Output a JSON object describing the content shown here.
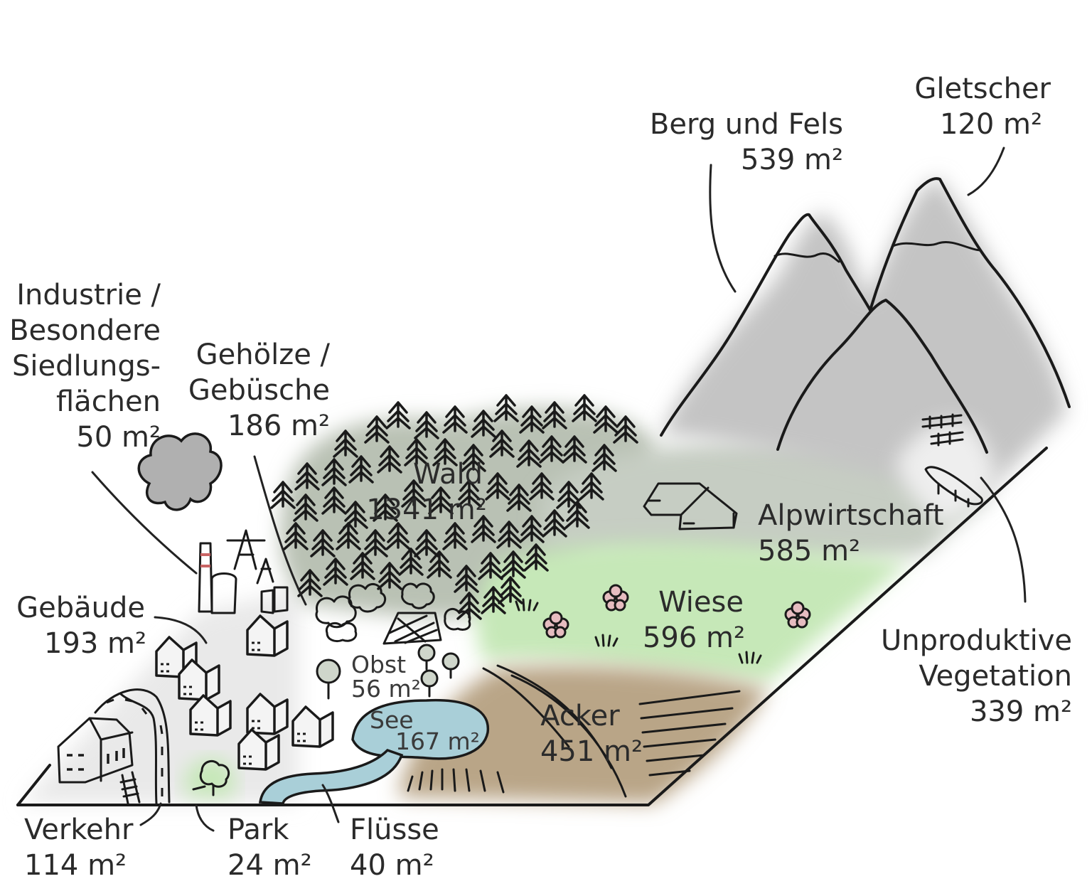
{
  "colors": {
    "settlement": "#e9e9e9",
    "forest": "#b9c1b4",
    "alpine": "#c6cdc3",
    "meadow": "#c6e8b8",
    "field": "#b9a587",
    "lake": "#a9cfd8",
    "rock": "#c4c4c4",
    "smoke": "#b0b0b0",
    "ink": "#1a1a1a"
  },
  "labels": {
    "gletscher": {
      "name": "Gletscher",
      "value": "120 m²"
    },
    "berg": {
      "name": "Berg und Fels",
      "value": "539 m²"
    },
    "industrie": {
      "name_lines": [
        "Industrie /",
        "Besondere",
        "Siedlungs-",
        "flächen"
      ],
      "value": "50 m²"
    },
    "gehoelze": {
      "name_lines": [
        "Gehölze /",
        "Gebüsche"
      ],
      "value": "186 m²"
    },
    "wald": {
      "name": "Wald",
      "value": "1341 m²"
    },
    "alpwirtschaft": {
      "name": "Alpwirtschaft",
      "value": "585 m²"
    },
    "gebaeude": {
      "name": "Gebäude",
      "value": "193 m²"
    },
    "wiese": {
      "name": "Wiese",
      "value": "596 m²"
    },
    "obst": {
      "name": "Obst",
      "value": "56 m²"
    },
    "see": {
      "name": "See",
      "value": "167 m²"
    },
    "acker": {
      "name": "Acker",
      "value": "451 m²"
    },
    "unproduktive": {
      "name_lines": [
        "Unproduktive",
        "Vegetation"
      ],
      "value": "339 m²"
    },
    "verkehr": {
      "name": "Verkehr",
      "value": "114 m²"
    },
    "park": {
      "name": "Park",
      "value": "24 m²"
    },
    "fluesse": {
      "name": "Flüsse",
      "value": "40 m²"
    }
  },
  "icons": [
    "smoke-cloud-icon",
    "factory-chimney-icon",
    "power-pylon-icon",
    "conifer-tree-icon",
    "shrub-icon",
    "log-pile-icon",
    "house-icon",
    "alpine-hut-icon",
    "flower-icon",
    "fence-icon",
    "road-icon",
    "railway-icon"
  ]
}
